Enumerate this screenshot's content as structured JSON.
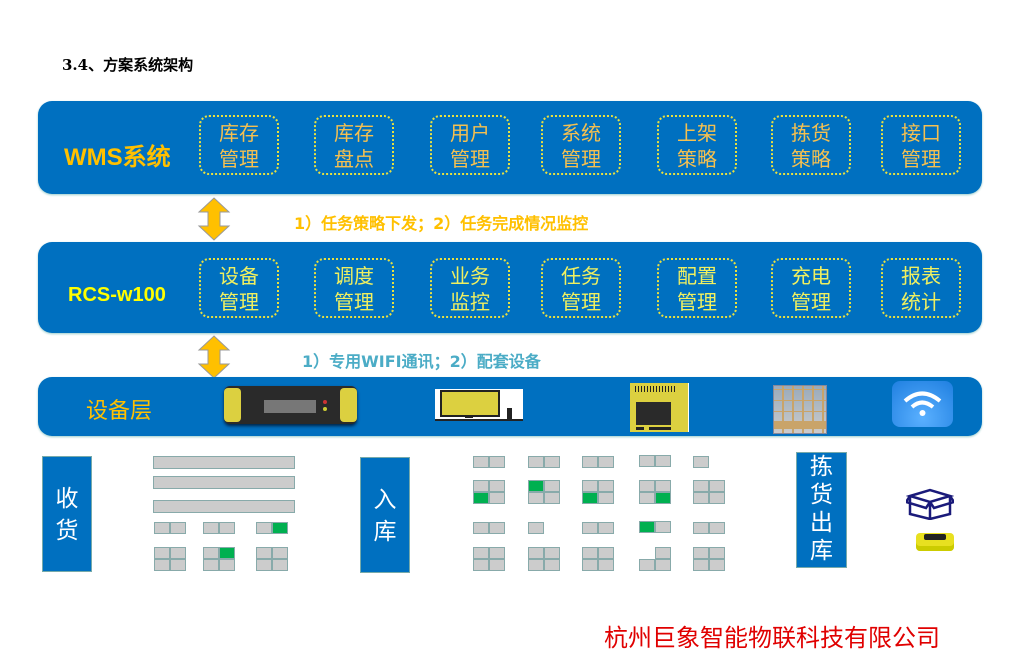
{
  "title": "3.4、方案系统架构",
  "wms": {
    "label": "WMS系统",
    "modules": [
      [
        "库存",
        "管理"
      ],
      [
        "库存",
        "盘点"
      ],
      [
        "用户",
        "管理"
      ],
      [
        "系统",
        "管理"
      ],
      [
        "上架",
        "策略"
      ],
      [
        "拣货",
        "策略"
      ],
      [
        "接口",
        "管理"
      ]
    ]
  },
  "link1": "1）任务策略下发；2）任务完成情况监控",
  "rcs": {
    "label": "RCS-w100",
    "modules": [
      [
        "设备",
        "管理"
      ],
      [
        "调度",
        "管理"
      ],
      [
        "业务",
        "监控"
      ],
      [
        "任务",
        "管理"
      ],
      [
        "配置",
        "管理"
      ],
      [
        "充电",
        "管理"
      ],
      [
        "报表",
        "统计"
      ]
    ]
  },
  "link2": "1）专用WIFI通讯；2）配套设备",
  "device": {
    "label": "设备层",
    "icons": [
      "agv-controller-icon",
      "monitor-icon",
      "barcode-terminal-icon",
      "shelf-rack-icon",
      "wifi-icon"
    ]
  },
  "flows": {
    "receive": "收货",
    "putaway": "入库",
    "pick": "拣货出库"
  },
  "company": "杭州巨象智能物联科技有限公司",
  "colors": {
    "bar": "#0070c0",
    "accent": "#ffc000",
    "note2": "#4bacc6",
    "green": "#00b050",
    "company": "#e00000"
  }
}
